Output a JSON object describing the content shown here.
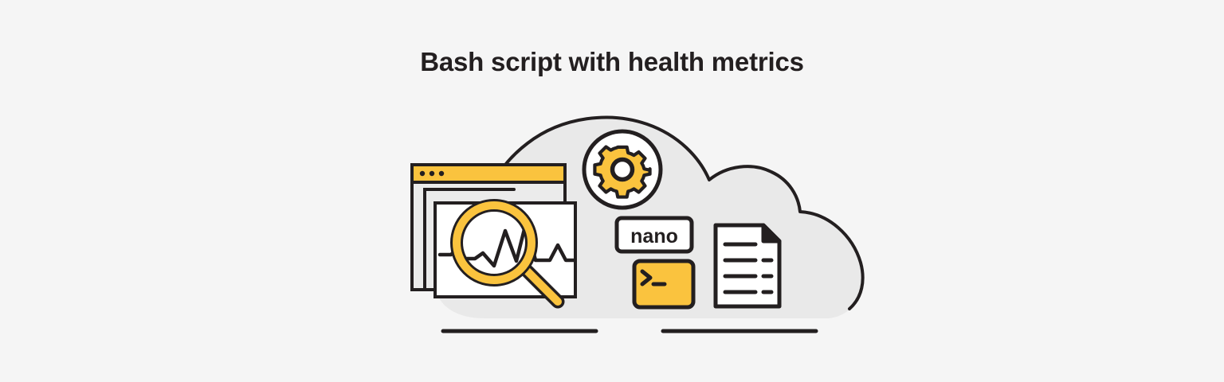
{
  "page": {
    "background_color": "#f5f5f5",
    "title": "Bash script with health metrics"
  },
  "colors": {
    "background": "#f5f5f5",
    "ink": "#231f20",
    "accent_yellow": "#fac33e",
    "cloud_fill": "#e9e9e9",
    "panel_white": "#ffffff",
    "window_gray": "#ebebeb"
  },
  "illustration": {
    "name": "bash-script-health-metrics-illustration",
    "cloud": {
      "label": "cloud-shape",
      "fill": "#e9e9e9",
      "stroke": "#231f20"
    },
    "browser_stack": {
      "label": "browser-window-stack",
      "titlebar_color": "#fac33e",
      "dots_count": 3,
      "layers": 3
    },
    "magnifier": {
      "label": "magnifying-glass",
      "ring_color": "#fac33e",
      "handle_color": "#fac33e"
    },
    "chart_line": {
      "label": "health-metrics-line",
      "stroke": "#231f20"
    },
    "gear": {
      "label": "gear-settings-icon",
      "fill": "#fac33e",
      "teeth": 8
    },
    "nano_box": {
      "label": "nano-editor-badge",
      "text": "nano",
      "fill": "#ffffff",
      "stroke": "#231f20"
    },
    "terminal_box": {
      "label": "terminal-prompt-badge",
      "prompt": ">_",
      "fill": "#fac33e",
      "stroke": "#231f20"
    },
    "document": {
      "label": "script-document-icon",
      "text_lines": 4,
      "dash_marks": 3
    },
    "ground_lines": {
      "label": "ground-lines",
      "count": 2,
      "color": "#231f20"
    }
  }
}
